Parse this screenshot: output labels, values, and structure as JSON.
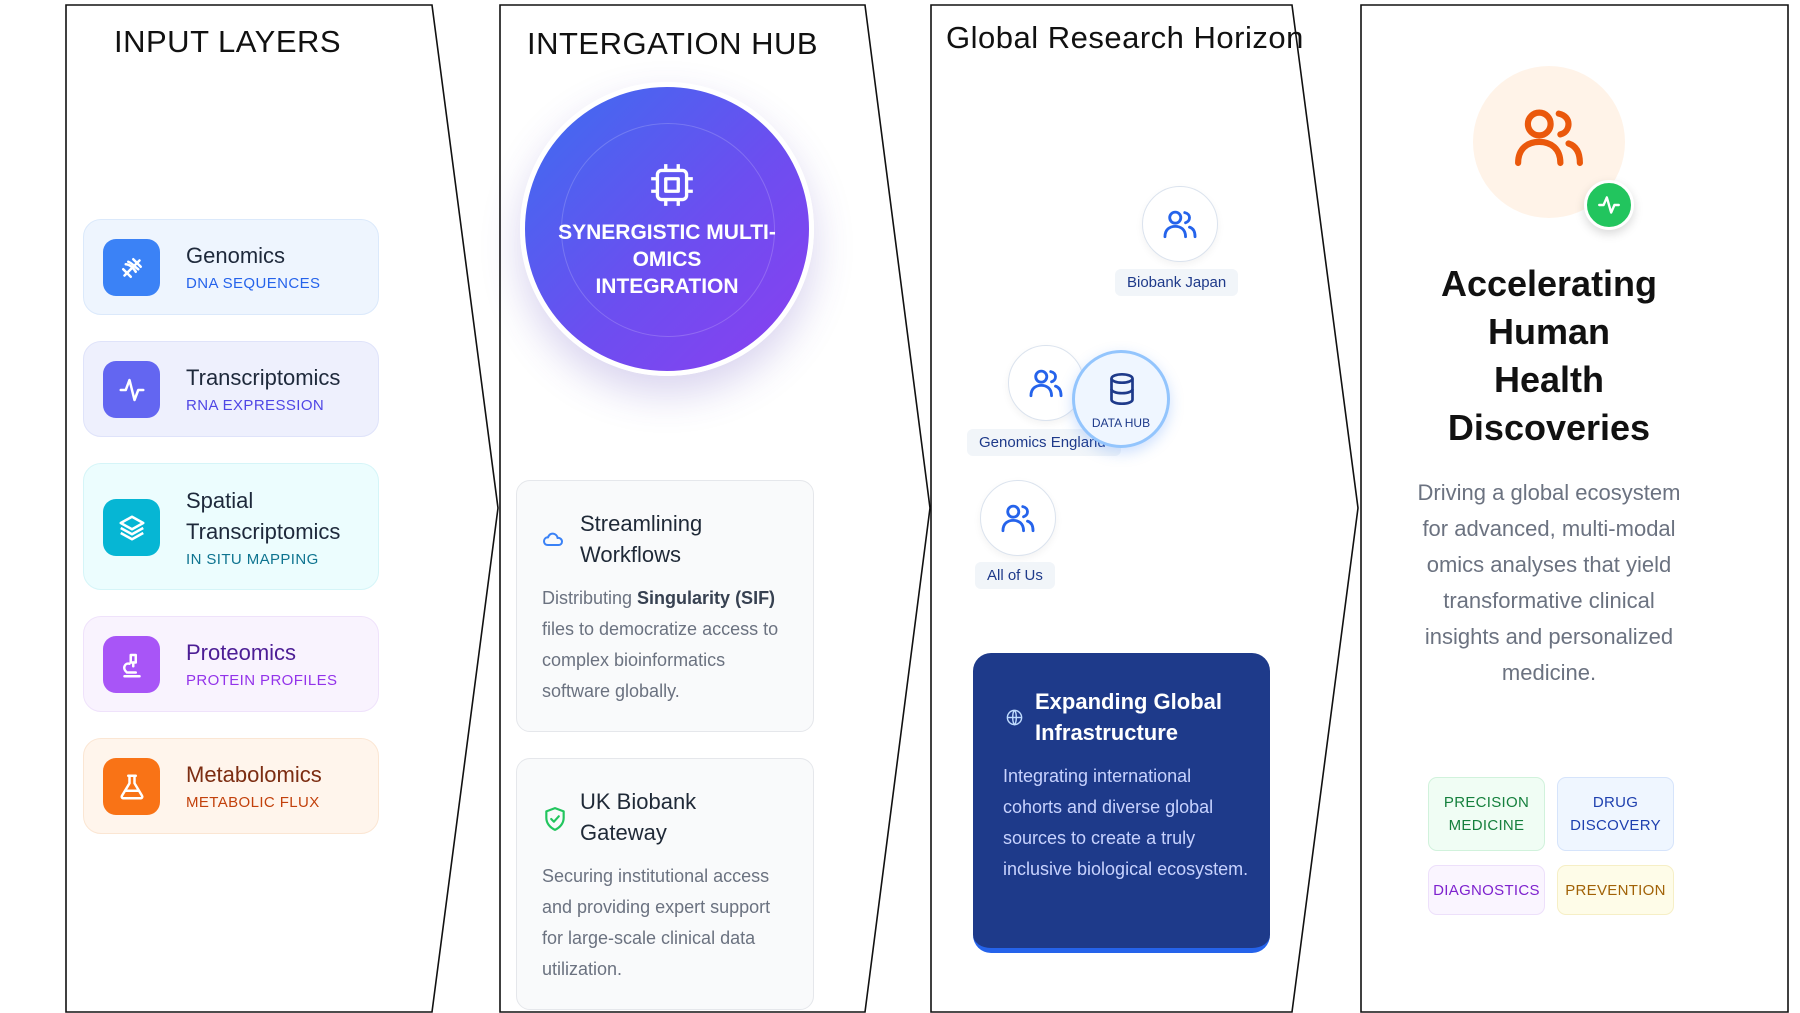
{
  "input_layers": {
    "heading": "INPUT LAYERS",
    "items": [
      {
        "name": "Genomics",
        "subtitle": "DNA SEQUENCES",
        "icon": "dna-icon",
        "color": "#3b82f6"
      },
      {
        "name": "Transcriptomics",
        "subtitle": "RNA EXPRESSION",
        "icon": "activity-icon",
        "color": "#6366f1"
      },
      {
        "name": "Spatial Transcriptomics",
        "name_line1": "Spatial",
        "name_line2": "Transcriptomics",
        "subtitle": "IN SITU MAPPING",
        "icon": "layers-icon",
        "color": "#06b6d4"
      },
      {
        "name": "Proteomics",
        "subtitle": "PROTEIN PROFILES",
        "icon": "microscope-icon",
        "color": "#a855f7"
      },
      {
        "name": "Metabolomics",
        "subtitle": "METABOLIC FLUX",
        "icon": "flask-icon",
        "color": "#f97316"
      }
    ]
  },
  "integration_hub": {
    "heading": "INTERGATION HUB",
    "hub_title_line1": "SYNERGISTIC MULTI-",
    "hub_title_line2": "OMICS",
    "hub_title_line3": "INTEGRATION",
    "hub_icon": "cpu-chip-icon",
    "cards": [
      {
        "icon": "cloud-icon",
        "title_line1": "Streamlining",
        "title_line2": "Workflows",
        "desc_pre": "Distributing ",
        "desc_bold": "Singularity (SIF)",
        "desc_post": " files to democratize access to complex bioinformatics software globally."
      },
      {
        "icon": "shield-check-icon",
        "title_line1": "UK Biobank",
        "title_line2": "Gateway",
        "desc": "Securing institutional access and providing expert support for large-scale clinical data utilization."
      }
    ]
  },
  "global_research": {
    "heading": "Global Research Horizon",
    "nodes": [
      {
        "label": "Biobank Japan",
        "icon": "users-icon"
      },
      {
        "label": "Genomics England",
        "icon": "users-icon"
      },
      {
        "label": "All of Us",
        "icon": "users-icon"
      }
    ],
    "data_hub_label": "DATA HUB",
    "data_hub_icon": "database-icon",
    "infra_card": {
      "icon": "globe-icon",
      "title_line1": "Expanding Global",
      "title_line2": "Infrastructure",
      "desc": "Integrating international cohorts and diverse global sources to create a truly inclusive biological ecosystem."
    }
  },
  "outcome": {
    "icon": "users-icon",
    "badge_icon": "activity-icon",
    "title_line1": "Accelerating",
    "title_line2": "Human",
    "title_line3": "Health",
    "title_line4": "Discoveries",
    "desc": "Driving a global ecosystem for advanced, multi-modal omics analyses that yield transformative clinical insights and personalized medicine.",
    "tags": [
      {
        "line1": "PRECISION",
        "line2": "MEDICINE",
        "color": "#15803d"
      },
      {
        "line1": "DRUG",
        "line2": "DISCOVERY",
        "color": "#1e40af"
      },
      {
        "line1": "DIAGNOSTICS",
        "line2": "",
        "color": "#7e22ce"
      },
      {
        "line1": "PREVENTION",
        "line2": "",
        "color": "#a16207"
      }
    ]
  },
  "colors": {
    "accent_navy": "#1e3a8a",
    "hub_gradient_start": "#3b6ef0",
    "hub_gradient_end": "#8b3ff0",
    "pulse_green": "#22c55e",
    "outcome_orange": "#ea580c"
  }
}
